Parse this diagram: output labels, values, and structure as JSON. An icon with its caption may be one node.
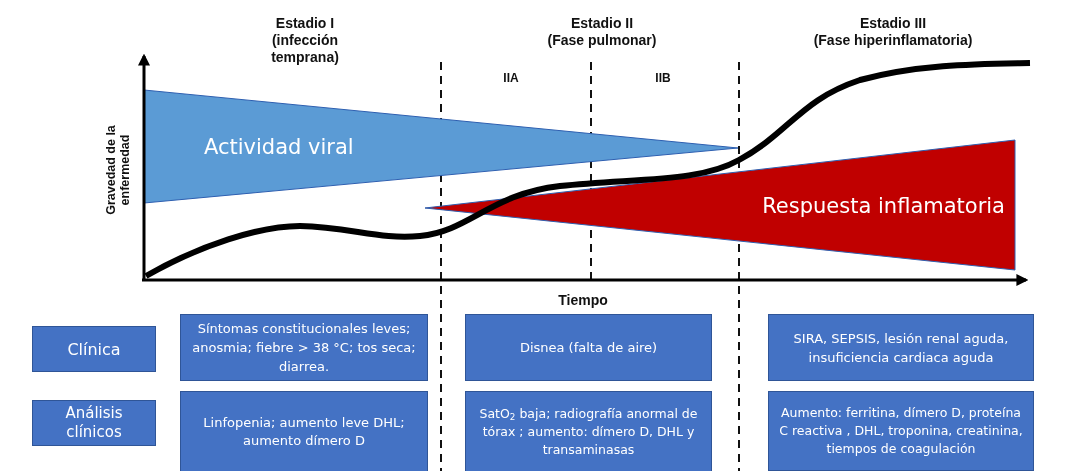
{
  "diagram": {
    "nodes": [
      {
        "text": [
          "Actividad viral"
        ]
      },
      {
        "text": [
          "Respuesta inflamatoria"
        ]
      },
      {
        "text": [
          "Clínica"
        ]
      },
      {
        "text": [
          "Síntomas constitucionales leves; anosmia; fiebre > 38 °C; tos seca; diarrea."
        ]
      },
      {
        "text": [
          "Disnea (falta de aire)"
        ]
      },
      {
        "text": [
          "SIRA, SEPSIS, lesión renal aguda, insuficiencia cardiaca aguda"
        ]
      },
      {
        "text": [
          "Análisis clínicos"
        ]
      },
      {
        "text": [
          "Linfopenia; aumento leve DHL; aumento dímero D"
        ]
      },
      {
        "text": [
          "SatO$_{2}$ baja; radiografía anormal de tórax ; aumento: dímero D, DHL y transaminasas"
        ]
      },
      {
        "text": [
          "Aumento: ferritina, dímero D, proteína C reactiva , DHL, troponina, creatinina, tiempos de coagulación"
        ]
      }
    ],
    "labels": [
      "Estadio I",
      "(infección temprana)",
      "Estadio II",
      "(Fase pulmonar)",
      "Estadio III",
      "(Fase hiperinflamatoria)",
      "IIA",
      "IIB",
      "Gravedad de la enfermedad",
      "Tiempo"
    ]
  }
}
